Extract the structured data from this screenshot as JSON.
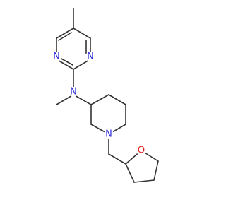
{
  "molecule": {
    "colors": {
      "bond": "#333333",
      "nitrogen": "#2b2bd6",
      "oxygen": "#e02020",
      "background": "#ffffff"
    },
    "atoms": {
      "pyrimidine_n_upper": "N",
      "pyrimidine_n_lower": "N",
      "amine_n": "N",
      "piperidine_n": "N",
      "thf_oxygen": "O"
    }
  }
}
